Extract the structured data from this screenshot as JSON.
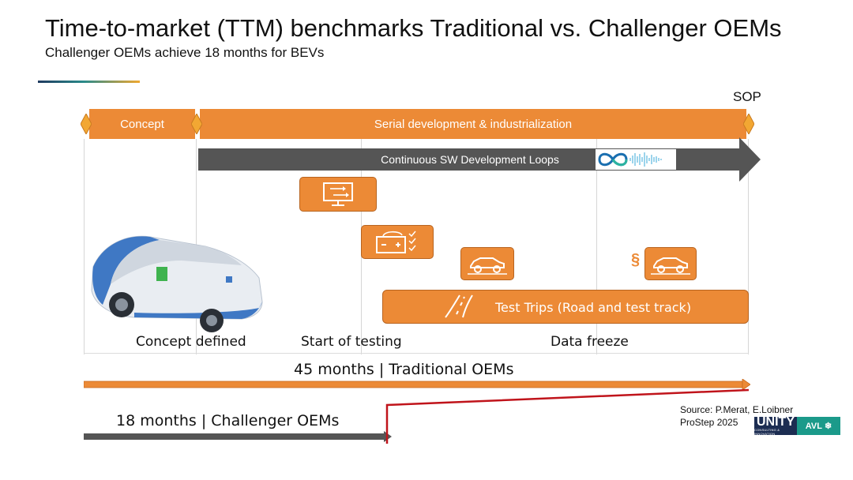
{
  "title": "Time-to-market (TTM) benchmarks Traditional vs. Challenger OEMs",
  "subtitle": "Challenger OEMs achieve 18 months for BEVs",
  "sop": "SOP",
  "phases": {
    "concept": "Concept",
    "serial": "Serial development & industrialization"
  },
  "sw_loops": "Continuous SW Development Loops",
  "test_trips": "Test Trips (Road and test track)",
  "paragraph_symbol": "§",
  "milestones": {
    "concept_defined": "Concept defined",
    "start_testing": "Start of testing",
    "data_freeze": "Data freeze"
  },
  "timelines": {
    "traditional": "45 months | Traditional OEMs",
    "challenger": "18 months | Challenger OEMs"
  },
  "source": {
    "line1": "Source: P.Merat, E.Loibner",
    "line2": "ProStep 2025"
  },
  "logo": {
    "unity": "UNITY",
    "unity_sub": "CONSULTING & INNOVATION",
    "avl": "AVL"
  },
  "colors": {
    "orange": "#ec8a36",
    "dark_gray": "#555555",
    "red": "#c0141b",
    "navy": "#1c2d52",
    "teal": "#1b9a8a"
  },
  "icons": [
    "hil-screen-icon",
    "battery-test-icon",
    "vehicle-icon",
    "vehicle-certification-icon",
    "road-icon",
    "infinity-loop-icon"
  ]
}
